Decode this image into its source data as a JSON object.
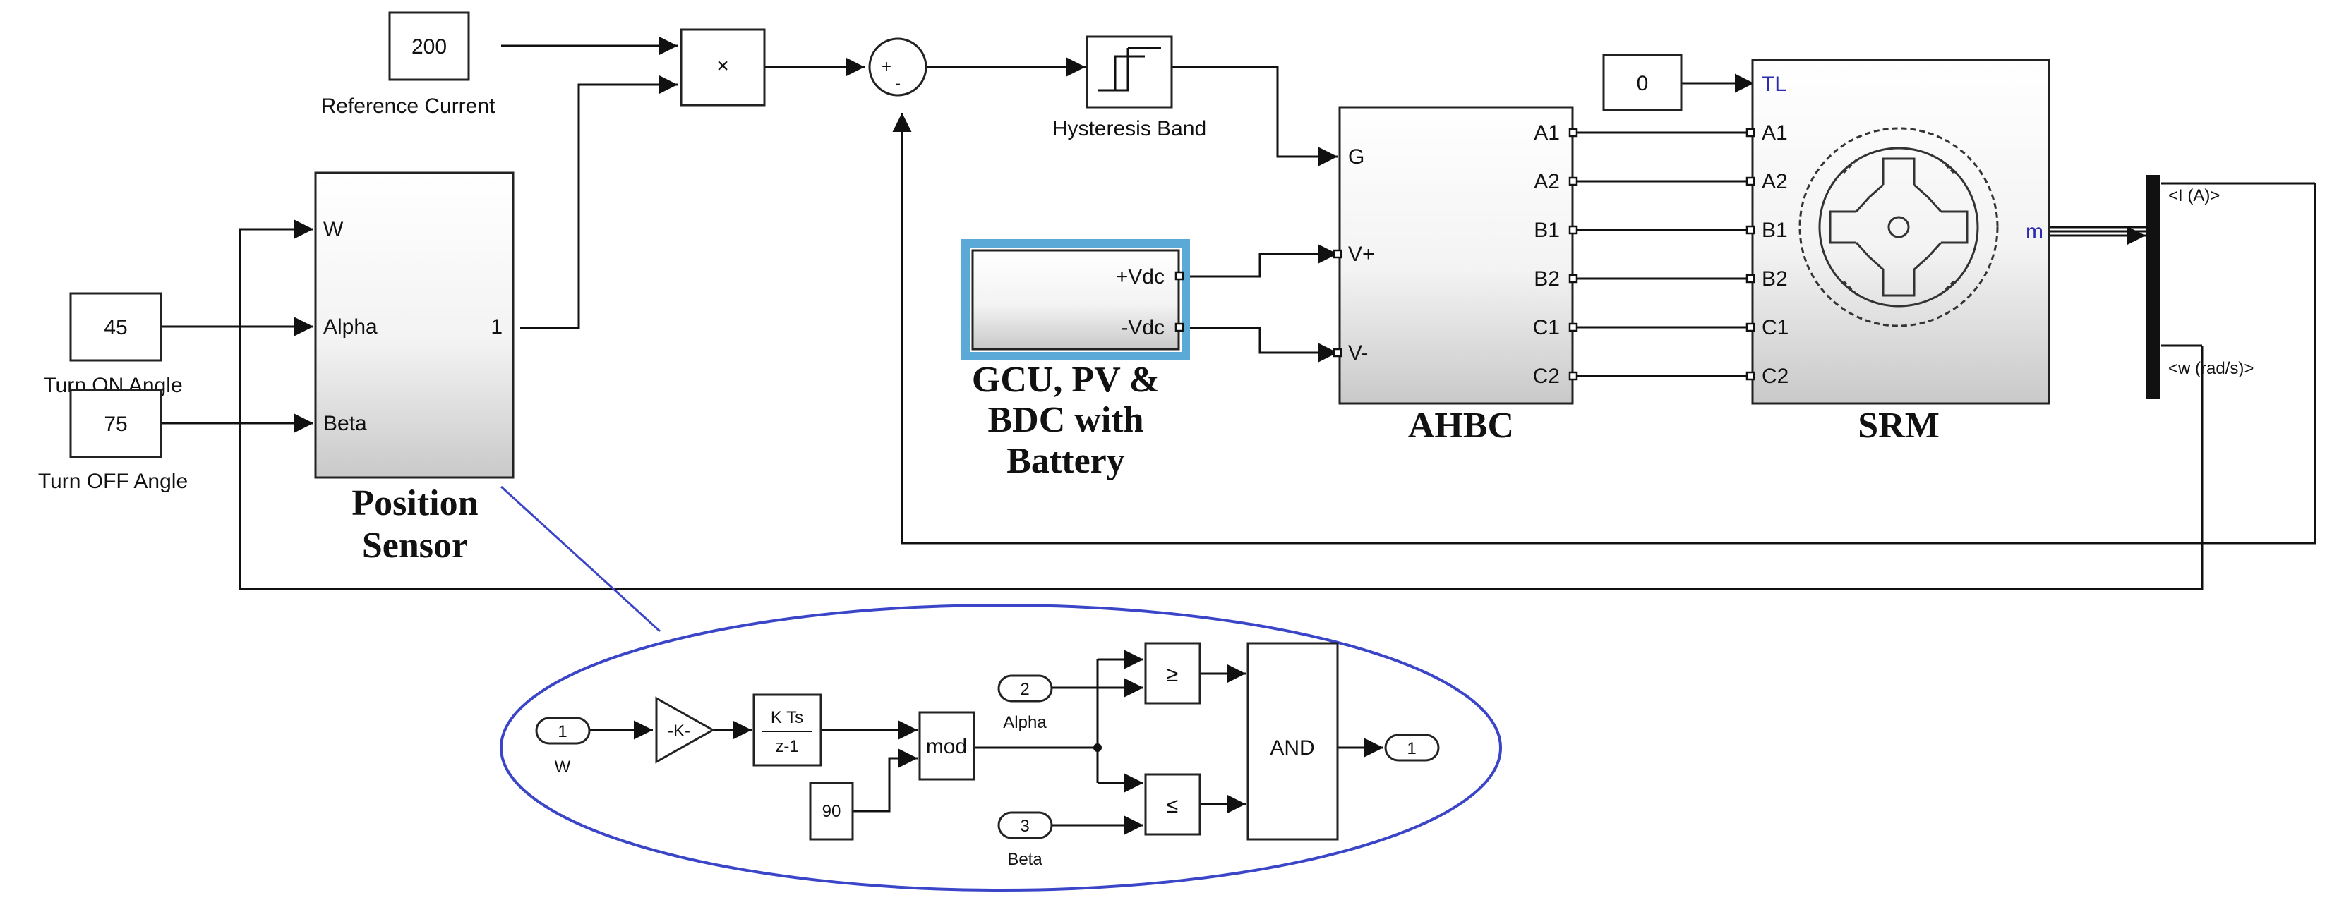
{
  "constants": {
    "ref_value": "200",
    "turn_on_value": "45",
    "turn_off_value": "75",
    "tl_value": "0",
    "mod_const": "90"
  },
  "labels": {
    "ref_label": "Reference Current",
    "turn_on_label": "Turn ON Angle",
    "turn_off_label": "Turn OFF Angle",
    "hyst_label": "Hysteresis Band"
  },
  "product": {
    "symbol": "×"
  },
  "sum": {
    "plus": "+",
    "minus": "-"
  },
  "position_sensor": {
    "in_w": "W",
    "in_alpha": "Alpha",
    "in_beta": "Beta",
    "out": "1",
    "title_line1": "Position",
    "title_line2": "Sensor"
  },
  "gcu": {
    "vdc_pos": "+Vdc",
    "vdc_neg": "-Vdc",
    "title_line1": "GCU, PV &",
    "title_line2": "BDC with",
    "title_line3": "Battery"
  },
  "ahbc": {
    "in_g": "G",
    "in_vp": "V+",
    "in_vm": "V-",
    "outputs": [
      "A1",
      "A2",
      "B1",
      "B2",
      "C1",
      "C2"
    ],
    "title": "AHBC"
  },
  "srm": {
    "in_tl": "TL",
    "inputs": [
      "A1",
      "A2",
      "B1",
      "B2",
      "C1",
      "C2"
    ],
    "out_m": "m",
    "title": "SRM"
  },
  "bus_selector": {
    "out_current": "<I (A)>",
    "out_speed": "<w (rad/s)>"
  },
  "subsystem": {
    "in_w_num": "1",
    "in_w_label": "W",
    "gain": "-K-",
    "integrator_num": "K Ts",
    "integrator_den": "z-1",
    "mod": "mod",
    "in_alpha_num": "2",
    "in_alpha_label": "Alpha",
    "in_beta_num": "3",
    "in_beta_label": "Beta",
    "ge": "≥",
    "le": "≤",
    "and": "AND",
    "out_num": "1"
  },
  "colors": {
    "highlight": "#5aa9d6",
    "ellipse": "#3b45c8",
    "tl_label": "#2b2bb0"
  }
}
